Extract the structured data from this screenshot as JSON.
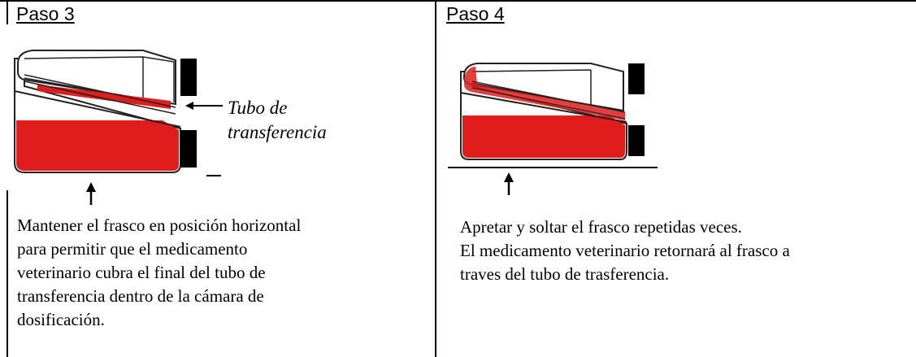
{
  "steps": [
    {
      "title": "Paso 3",
      "tube_label_line1": "Tubo de",
      "tube_label_line2": "transferencia",
      "description_lines": [
        "Mantener el frasco en posición horizontal",
        "para permitir que el medicamento",
        "veterinario cubra el final del tubo de",
        "transferencia dentro de la cámara de",
        "dosificación."
      ]
    },
    {
      "title": "Paso 4",
      "description_lines": [
        "Apretar y soltar el frasco repetidas veces.",
        "El medicamento veterinario retornará al frasco a",
        "traves del tubo de trasferencia."
      ]
    }
  ],
  "colors": {
    "liquid": "#e01c1c",
    "outline": "#222222",
    "cap": "#000000"
  }
}
